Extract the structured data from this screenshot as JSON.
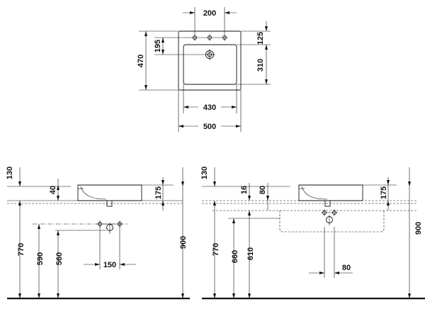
{
  "top_view": {
    "dims": {
      "tap_spacing": "200",
      "tap_depth": "195",
      "overall_depth": "470",
      "back_rim": "125",
      "bowl_depth": "310",
      "bowl_width": "430",
      "overall_width": "500"
    }
  },
  "side_view_left": {
    "dims": {
      "top_offset": "130",
      "rim_thickness": "40",
      "bowl_height": "175",
      "floor_to_counter": "770",
      "floor_to_tap": "590",
      "floor_to_waste": "560",
      "tap_spacing": "150",
      "floor_to_top": "900"
    }
  },
  "side_view_right": {
    "dims": {
      "top_offset": "130",
      "counter_thickness": "16",
      "waste_offset": "80",
      "bowl_height": "175",
      "floor_to_counter": "770",
      "floor_to_cabinet": "660",
      "floor_to_waste": "610",
      "waste_to_wall": "80",
      "floor_to_top": "900"
    }
  }
}
